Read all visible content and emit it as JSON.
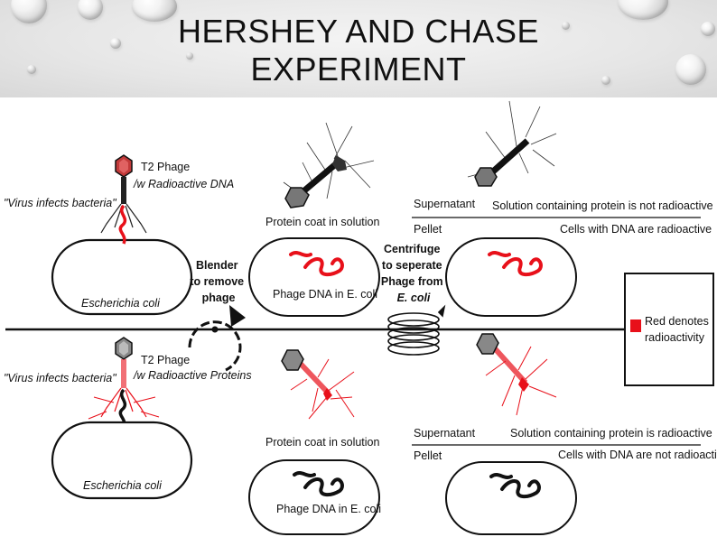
{
  "title": {
    "line1": "HERSHEY AND CHASE",
    "line2": "EXPERIMENT"
  },
  "colors": {
    "radioactive": "#e8101a",
    "dna_black": "#111111",
    "background": "#ffffff"
  },
  "top_row": {
    "phage_name": "T2 Phage",
    "phage_label": "/w Radioactive DNA",
    "infects": "\"Virus infects bacteria\"",
    "bacterium": "Escherichia coli",
    "protein_coat": "Protein coat in solution",
    "phage_dna": "Phage DNA in E. coli",
    "supernatant": "Supernatant",
    "supernatant_result": "Solution containing protein is not radioactive",
    "pellet": "Pellet",
    "pellet_result": "Cells with DNA are radioactive"
  },
  "bottom_row": {
    "phage_name": "T2 Phage",
    "phage_label": "/w Radioactive Proteins",
    "infects": "\"Virus infects bacteria\"",
    "bacterium": "Escherichia coli",
    "protein_coat": "Protein coat in solution",
    "phage_dna": "Phage DNA in E. coli",
    "supernatant": "Supernatant",
    "supernatant_result": "Solution containing protein is radioactive",
    "pellet": "Pellet",
    "pellet_result": "Cells with DNA are not radioactive"
  },
  "steps": {
    "blender": [
      "Blender",
      "to remove",
      "phage"
    ],
    "centrifuge": [
      "Centrifuge",
      "to seperate",
      "Phage from",
      "E. coli"
    ]
  },
  "legend": {
    "line1": "Red denotes",
    "line2": "radioactivity"
  }
}
